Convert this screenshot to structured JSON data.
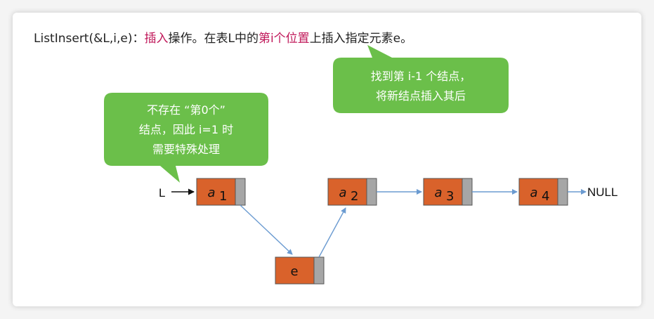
{
  "title": {
    "prefix": "ListInsert(&L,i,e)：",
    "op": "插入",
    "mid": "操作。在表L中的",
    "pos": "第i个位置",
    "suffix": "上插入指定元素e。"
  },
  "bubble_left": {
    "lines": [
      "不存在 “第0个”",
      "结点，因此 i=1 时",
      "需要特殊处理"
    ]
  },
  "bubble_right": {
    "lines": [
      "找到第 i-1 个结点，",
      "将新结点插入其后"
    ]
  },
  "nodes": {
    "a1": {
      "base": "a",
      "sub": "1"
    },
    "a2": {
      "base": "a",
      "sub": "2"
    },
    "a3": {
      "base": "a",
      "sub": "3"
    },
    "a4": {
      "base": "a",
      "sub": "4"
    },
    "e": {
      "label": "e"
    }
  },
  "head_label": "L",
  "null_label": "NULL",
  "colors": {
    "bubble": "#6bbf4a",
    "node": "#d9622b",
    "pointer_cell": "#a6a6a6",
    "arrow": "#6b9bd1",
    "highlight": "#c0185a"
  }
}
